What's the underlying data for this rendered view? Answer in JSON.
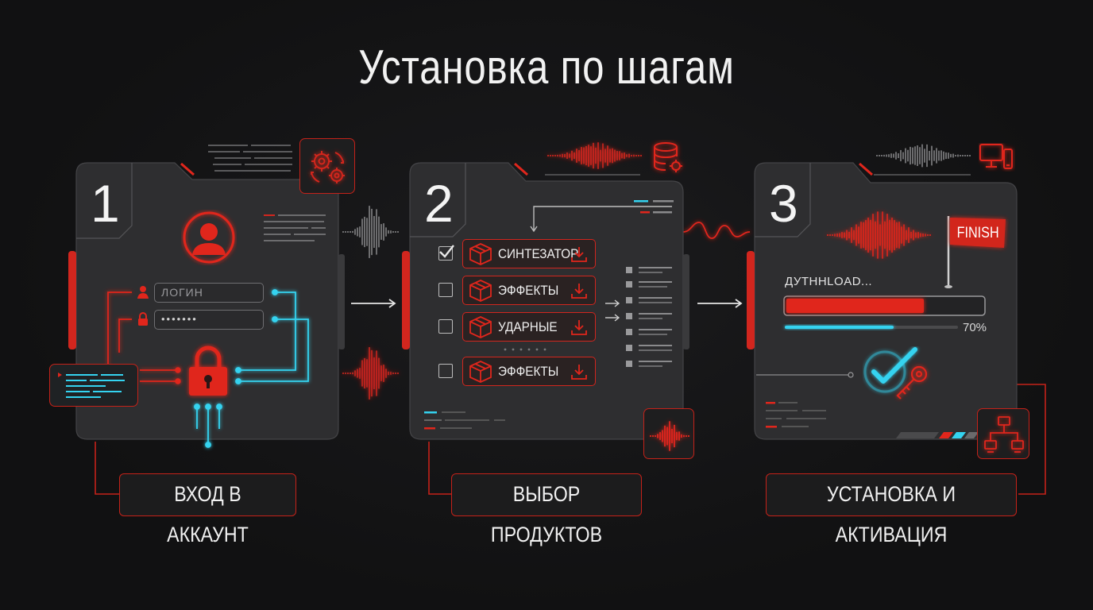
{
  "title": "Установка по шагам",
  "steps": [
    {
      "number": "1",
      "caption": "ВХОД В АККАУНТ",
      "login_placeholder": "ЛОГИН",
      "password_value": "•••••••"
    },
    {
      "number": "2",
      "caption": "ВЫБОР ПРОДУКТОВ",
      "products": [
        {
          "label": "СИНТЕЗАТОР",
          "checked": true
        },
        {
          "label": "ЭФФЕКТЫ",
          "checked": false
        },
        {
          "label": "УДАРНЫЕ",
          "checked": false
        },
        {
          "label": "ЭФФЕКТЫ",
          "checked": false
        }
      ]
    },
    {
      "number": "3",
      "caption": "УСТАНОВКА И АКТИВАЦИЯ",
      "flag_label": "FINISH",
      "status_text": "ДУТННLOAD...",
      "progress": 0.7,
      "progress_label": "70%"
    }
  ],
  "colors": {
    "red": "#e0261c",
    "cyan": "#34d3f0",
    "panel": "#2d2d2f",
    "background": "#111112"
  },
  "icons": [
    "gear-icon",
    "database-icon",
    "monitor-icon",
    "user-icon",
    "lock-icon",
    "package-icon",
    "download-icon",
    "checkmark-icon",
    "key-icon",
    "flag-icon",
    "network-icon",
    "waveform-icon",
    "arrow-icon",
    "terminal-icon"
  ]
}
